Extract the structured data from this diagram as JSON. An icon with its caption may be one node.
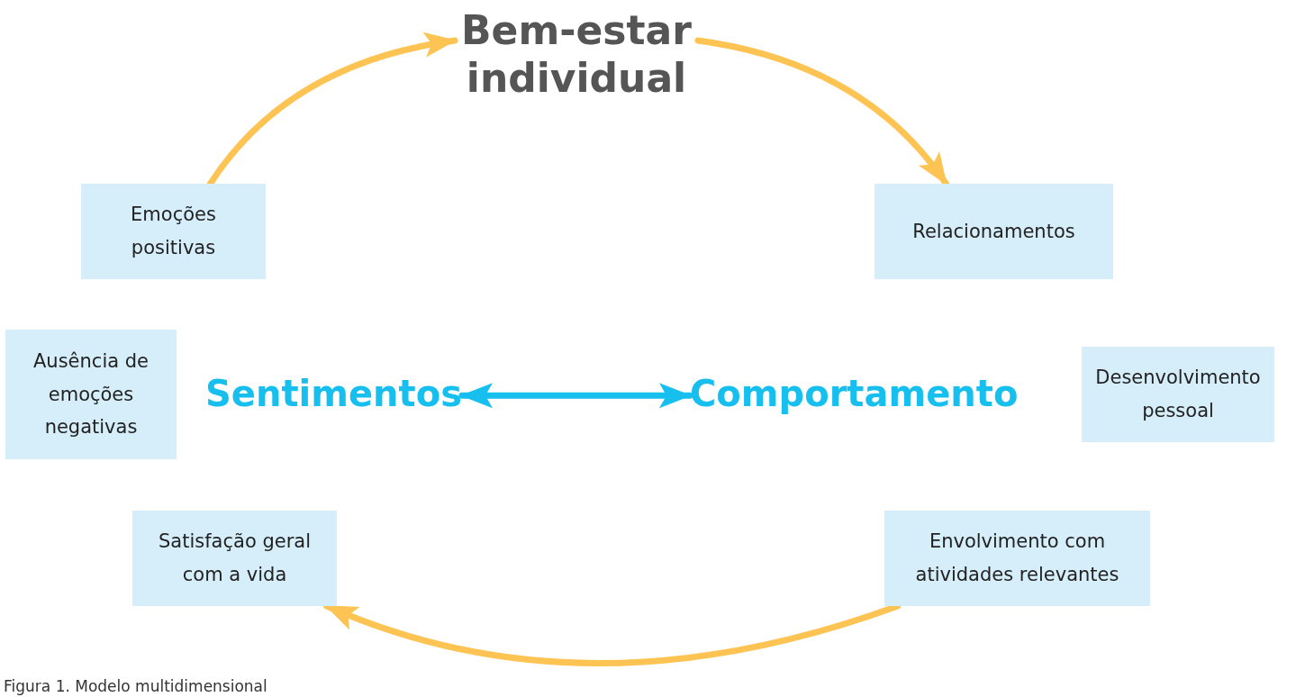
{
  "diagram": {
    "caption": "Figura 1. Modelo multidimensional",
    "nodes": [
      {
        "text": [
          "Bem-estar individual"
        ]
      },
      {
        "text": [
          "Emoções positivas"
        ]
      },
      {
        "text": [
          "Relacionamentos"
        ]
      },
      {
        "text": [
          "Ausência de emoções negativas"
        ]
      },
      {
        "text": [
          "Sentimentos"
        ]
      },
      {
        "text": [
          "Comportamento"
        ]
      },
      {
        "text": [
          "Desenvolvimento pessoal"
        ]
      },
      {
        "text": [
          "Satisfação geral com a vida"
        ]
      },
      {
        "text": [
          "Envolvimento com atividades relevantes"
        ]
      }
    ],
    "edges": [
      {
        "from": 1,
        "to": 0,
        "arrow": "to"
      },
      {
        "from": 0,
        "to": 2,
        "arrow": "to"
      },
      {
        "from": 4,
        "to": 5,
        "arrow": "both",
        "color": "#17bfef"
      },
      {
        "from": 8,
        "to": 7,
        "arrow": "to"
      }
    ]
  }
}
